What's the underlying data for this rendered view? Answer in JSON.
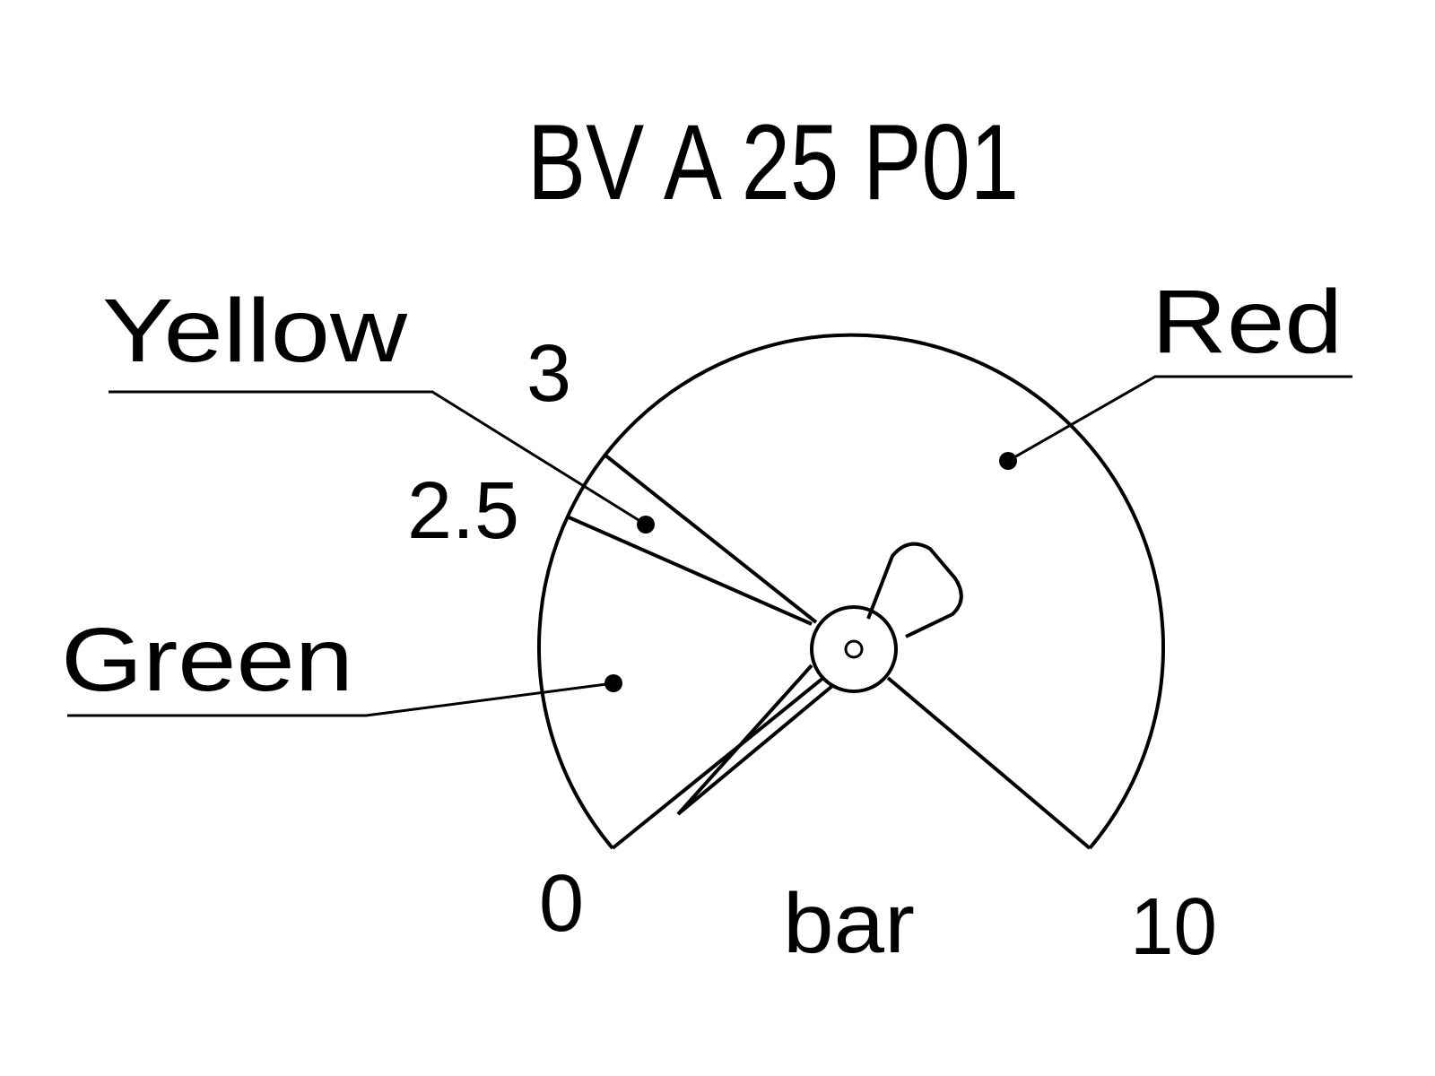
{
  "title": "BV A 25 P01",
  "gauge": {
    "unit": "bar",
    "scale_min": "0",
    "scale_max": "10",
    "mark_low": "2.5",
    "mark_high": "3"
  },
  "zones": {
    "green": "Green",
    "yellow": "Yellow",
    "red": "Red"
  }
}
